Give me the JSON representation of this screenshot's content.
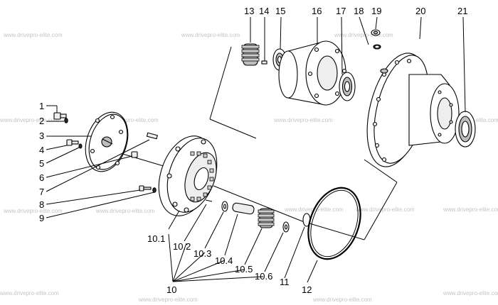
{
  "watermark": "www.drivepro-elite.com",
  "part_labels": {
    "p1": "1",
    "p2": "2",
    "p3": "3",
    "p4": "4",
    "p5": "5",
    "p6": "6",
    "p7": "7",
    "p8": "8",
    "p9": "9",
    "p10_1": "10.1",
    "p10_2": "10.2",
    "p10_3": "10.3",
    "p10_4": "10.4",
    "p10_5": "10.5",
    "p10_6": "10.6",
    "p10": "10",
    "p11": "11",
    "p12": "12",
    "p13": "13",
    "p14": "14",
    "p15": "15",
    "p16": "16",
    "p17": "17",
    "p18": "18",
    "p19": "19",
    "p20": "20",
    "p21": "21"
  }
}
